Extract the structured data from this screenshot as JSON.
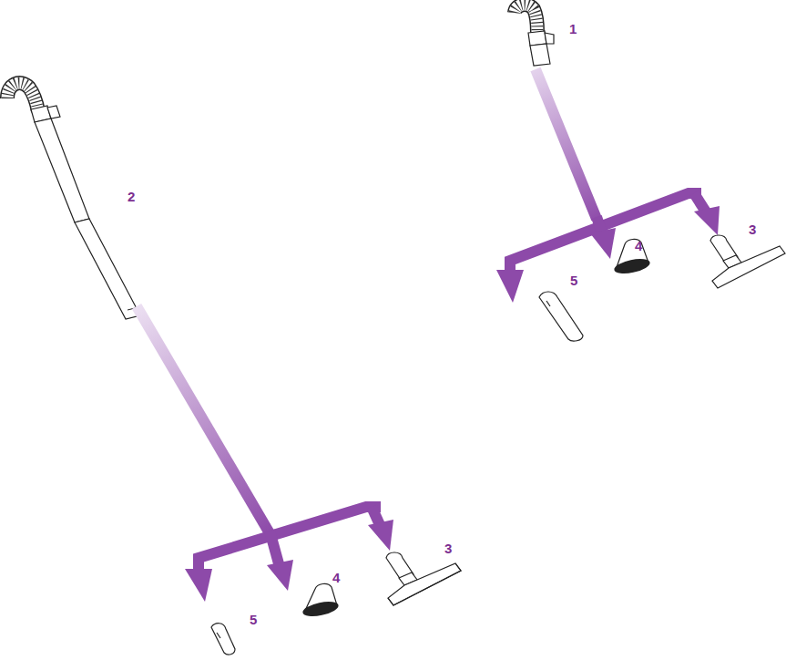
{
  "diagram": {
    "labels": [
      "1",
      "2",
      "3",
      "4",
      "5",
      "3",
      "4",
      "5"
    ]
  }
}
